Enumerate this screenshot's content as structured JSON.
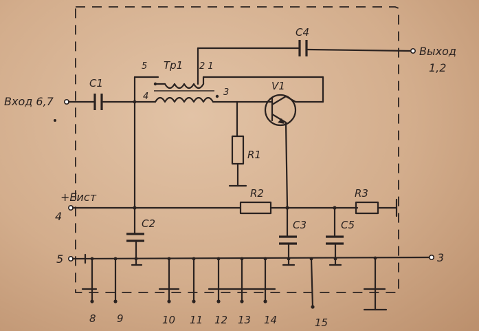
{
  "labels": {
    "input": "Вход 6,7",
    "output_line1": "Выход",
    "output_line2": "1,2",
    "supply": "+Eист",
    "transformer": "Тр1",
    "transistor": "V1",
    "c1": "C1",
    "c2": "C2",
    "c3": "C3",
    "c4": "C4",
    "c5": "C5",
    "r1": "R1",
    "r2": "R2",
    "r3": "R3",
    "tr_pin_5": "5",
    "tr_pin_4": "4",
    "tr_pin_3": "3",
    "tr_pin_21": "2 1"
  },
  "pins": {
    "p4": "4",
    "p5": "5",
    "p3": "3",
    "p8": "8",
    "p9": "9",
    "p10": "10",
    "p11": "11",
    "p12": "12",
    "p13": "13",
    "p14": "14",
    "p15": "15"
  }
}
